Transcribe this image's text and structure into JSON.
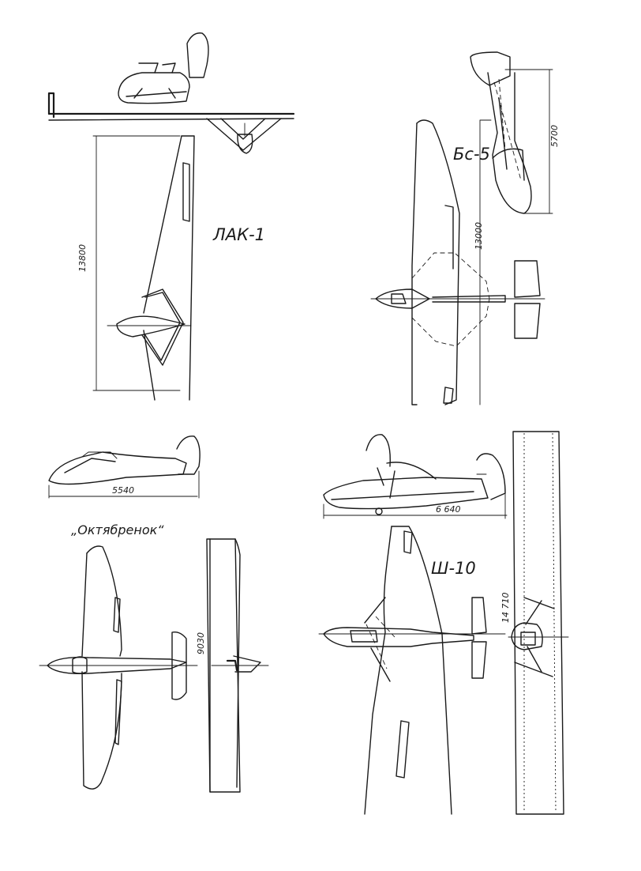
{
  "gliders": {
    "lak1": {
      "name": "ЛАК-1",
      "span": "13800"
    },
    "bs5": {
      "name": "Бс-5",
      "span": "13000",
      "length": "5700"
    },
    "oktyabrenok": {
      "name": "„Октябренок“",
      "length": "5540",
      "span": "9030"
    },
    "sh10": {
      "name": "Ш-10",
      "length": "6 640",
      "span": "14 710"
    }
  }
}
